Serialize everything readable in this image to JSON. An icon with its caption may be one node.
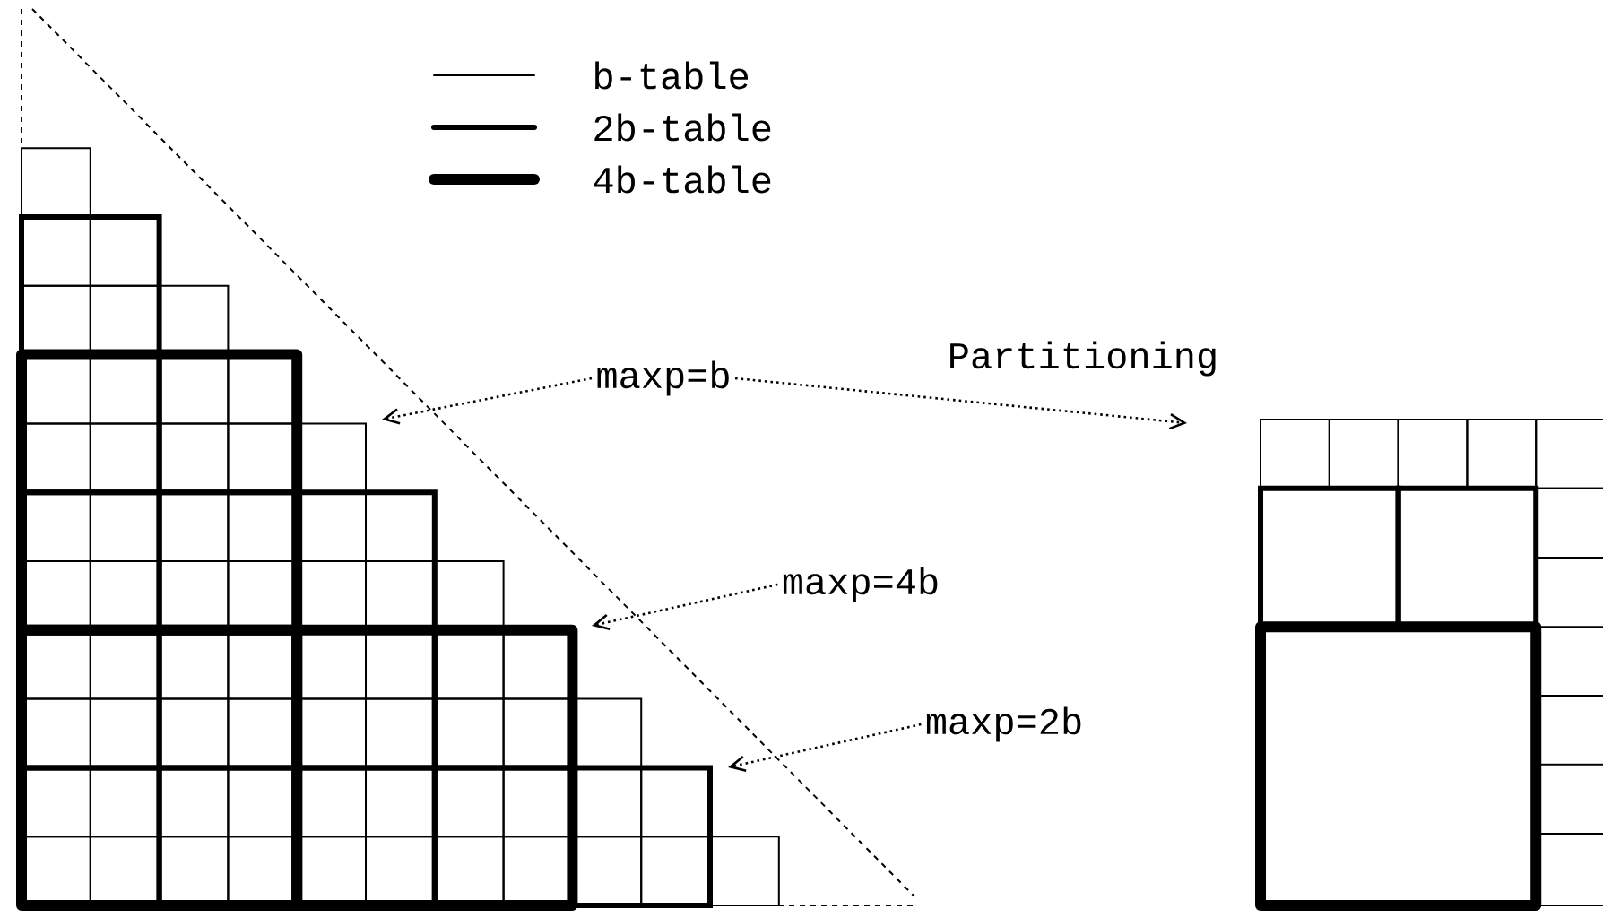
{
  "diagram": {
    "nodes": [
      {
        "text": [
          "maxp=b"
        ]
      },
      {
        "text": [
          "maxp=4b"
        ]
      },
      {
        "text": [
          "maxp=2b"
        ]
      }
    ],
    "edges": [
      {
        "from": 0,
        "to": null,
        "arrow": "to"
      },
      {
        "from": 0,
        "to": null,
        "arrow": "to"
      },
      {
        "from": 1,
        "to": null,
        "arrow": "to"
      },
      {
        "from": 2,
        "to": null,
        "arrow": "to"
      }
    ],
    "labels": [
      "Partitioning"
    ],
    "legend": [
      {
        "text": "b-table"
      },
      {
        "text": "2b-table"
      },
      {
        "text": "4b-table"
      }
    ]
  }
}
